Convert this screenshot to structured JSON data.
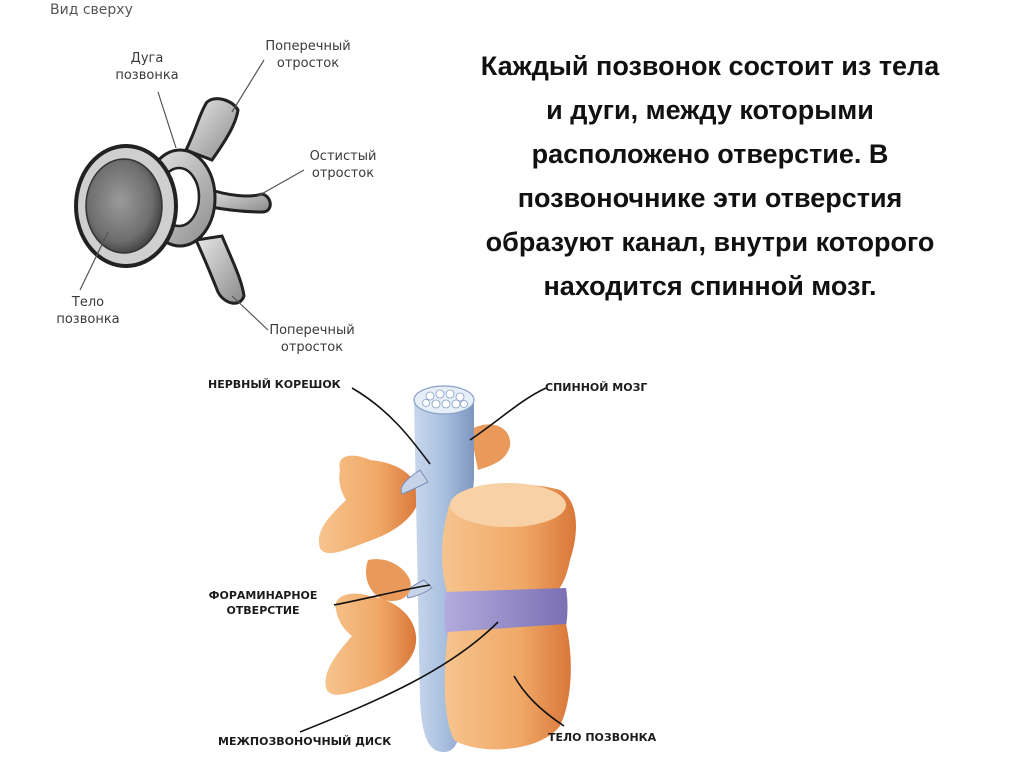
{
  "slide": {
    "main_text": "Каждый позвонок состоит из тела\nи дуги, между которыми\nрасположено отверстие. В\nпозвоночнике эти отверстия\nобразуют канал, внутри которого\nнаходится спинной мозг."
  },
  "top_view": {
    "caption": "Вид сверху",
    "labels": {
      "arch": "Дуга\nпозвонка",
      "transverse_top": "Поперечный\nотросток",
      "spinous": "Остистый\nотросток",
      "body": "Тело\nпозвонка",
      "transverse_bottom": "Поперечный\nотросток"
    }
  },
  "side_view": {
    "labels": {
      "nerve_root": "НЕРВНЫЙ КОРЕШОК",
      "spinal_cord": "СПИННОЙ МОЗГ",
      "foramen": "ФОРАМИНАРНОЕ\nОТВЕРСТИЕ",
      "disc": "МЕЖПОЗВОНОЧНЫЙ ДИСК",
      "vertebral_body": "ТЕЛО ПОЗВОНКА"
    }
  },
  "colors": {
    "bone": "#f0a866",
    "bone_dark": "#d9773a",
    "disc": "#8f86c4",
    "cord": "#a9c0e0"
  }
}
